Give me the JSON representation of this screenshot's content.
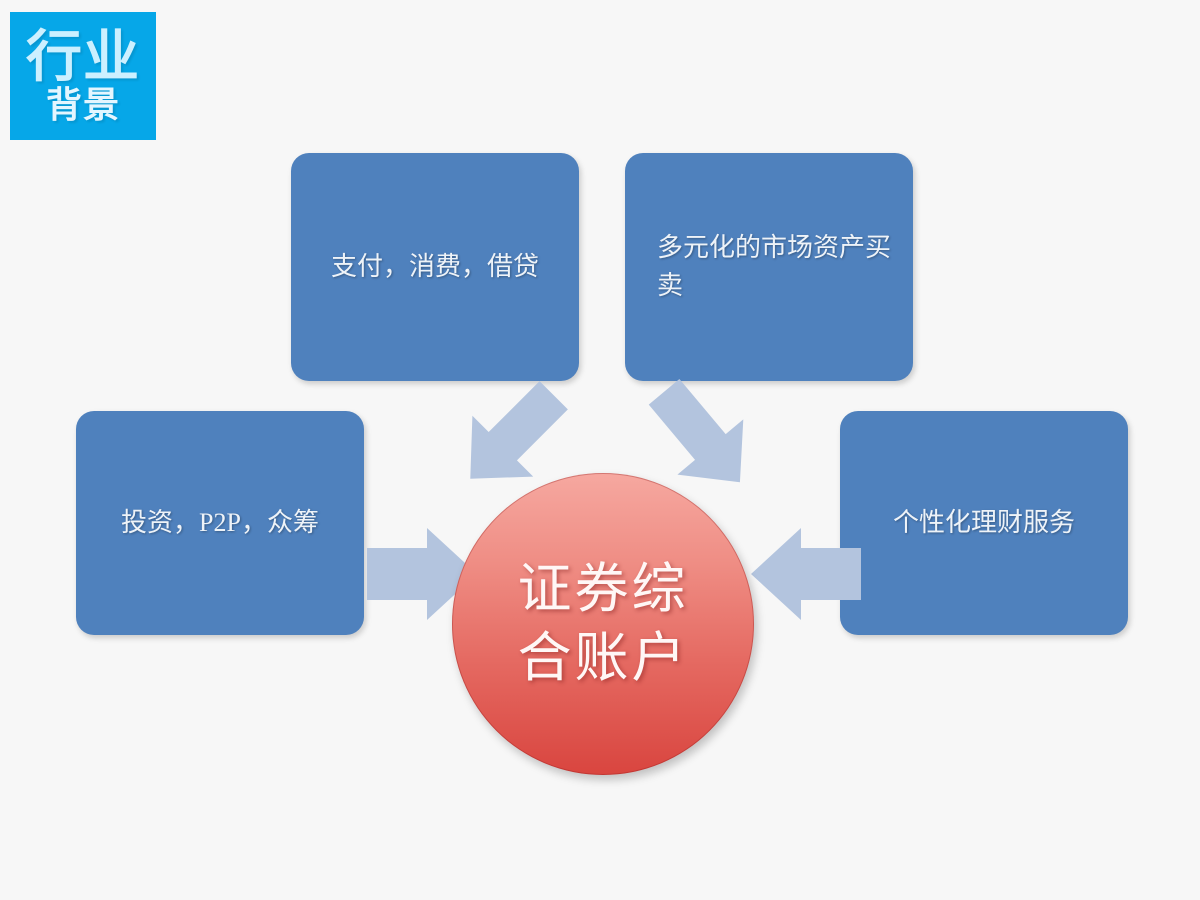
{
  "slide": {
    "background_color": "#f7f7f7",
    "badge": {
      "line1": "行业",
      "line2": "背景",
      "background_color": "#06a7e8",
      "text_color": "#ccf0ff"
    }
  },
  "diagram": {
    "type": "hub-and-spoke",
    "hub": {
      "label": "证券综合账户",
      "shape": "circle",
      "fill_top": "#f6a8a0",
      "fill_bottom": "#d9453f",
      "text_color": "#fff7f6"
    },
    "node_fill_color": "#4f81bd",
    "node_text_color": "#eef3f8",
    "arrow_color": "#b3c4de",
    "nodes": [
      {
        "id": "payment",
        "label": "支付，消费，借贷",
        "position": "top-left",
        "arrow": "down-right"
      },
      {
        "id": "market",
        "label": "多元化的市场资产买卖",
        "position": "top-right",
        "arrow": "down-left"
      },
      {
        "id": "invest",
        "label": "投资，P2P，众筹",
        "position": "left",
        "arrow": "right"
      },
      {
        "id": "wealth",
        "label": "个性化理财服务",
        "position": "right",
        "arrow": "left"
      }
    ]
  }
}
